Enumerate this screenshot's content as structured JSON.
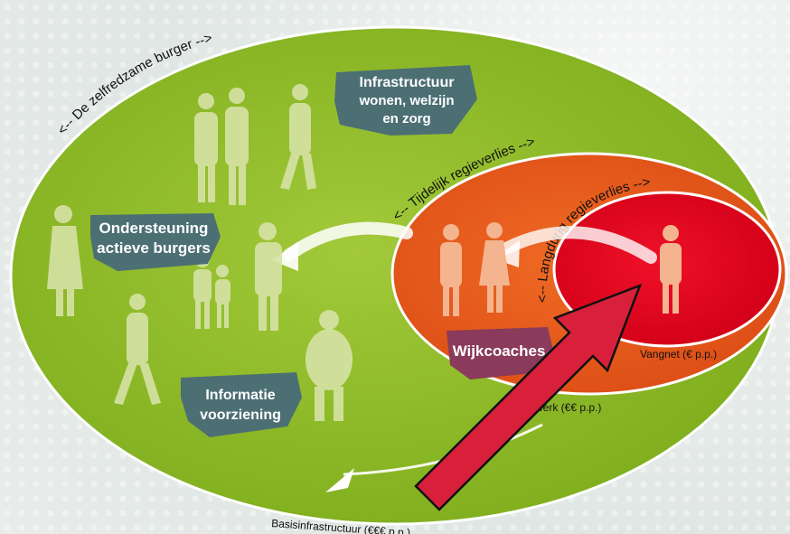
{
  "labels": {
    "zelfredzame": "<-- De zelfredzame burger -->",
    "tijdelijk": "<-- Tijdelijk regieverlies -->",
    "langdurig": "<-- Langdurig regieverlies -->",
    "vangnet": "Vangnet (€ p.p.)",
    "maatwerk": "atwerk (€€ p.p.)",
    "basis": "Basisinfrastructuur (€€€ p.p.)"
  },
  "badges": {
    "infra_1": "Infrastructuur",
    "infra_2": "wonen, welzijn",
    "infra_3": "en zorg",
    "onder_1": "Ondersteuning",
    "onder_2": "actieve burgers",
    "info_1": "Informatie",
    "info_2": "voorziening",
    "wijk": "Wijkcoaches"
  },
  "colors": {
    "green": "#8db724",
    "orange": "#e65a1c",
    "red": "#e3001b",
    "slate": "#4c6f74",
    "purple": "#8a3a5a",
    "arrow_red": "#d8203a",
    "silhouette_light": "#d6e3a6",
    "silhouette_peach": "#f3b48f"
  }
}
